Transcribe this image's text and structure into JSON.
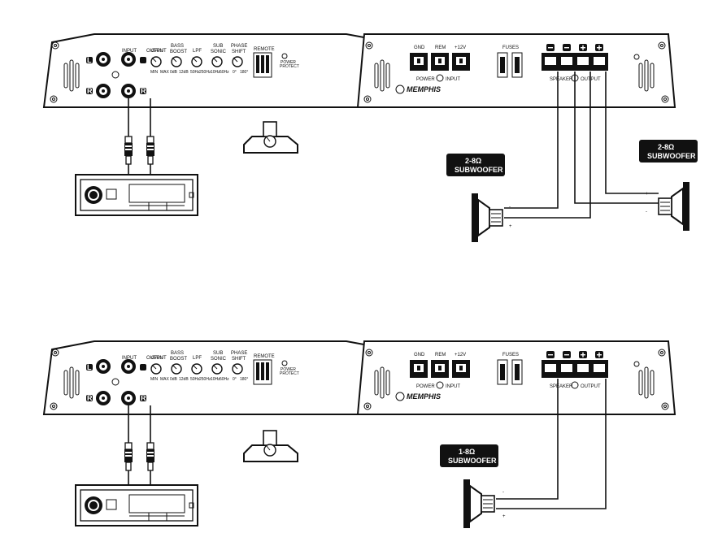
{
  "diagrams": [
    {
      "amp": {
        "output": "OUTPUT",
        "input": "INPUT",
        "gain": "GAIN",
        "gain_min": "MIN",
        "gain_max": "MAX",
        "bass_boost_1": "BASS",
        "bass_boost_2": "BOOST",
        "bass_min": "0dB",
        "bass_max": "12dB",
        "lpf": "LPF",
        "lpf_min": "50Hz",
        "lpf_max": "250Hz",
        "sub_sonic_1": "SUB",
        "sub_sonic_2": "SONIC",
        "sub_min": "10Hz",
        "sub_max": "50Hz",
        "phase_1": "PHASE",
        "phase_2": "SHIFT",
        "phase_min": "0°",
        "phase_max": "180°",
        "remote": "REMOTE",
        "power_protect_1": "POWER",
        "power_protect_2": "PROTECT",
        "gnd": "GND",
        "rem": "REM",
        "plus12": "+12V",
        "power_input": "POWER",
        "power_input_2": "INPUT",
        "fuses": "FUSES",
        "speaker_output": "SPEAKER",
        "speaker_output_2": "OUTPUT",
        "brand": "MEMPHIS",
        "l": "L",
        "r": "R"
      },
      "subs": [
        {
          "impedance": "2-8Ω",
          "label": "SUBWOOFER"
        },
        {
          "impedance": "2-8Ω",
          "label": "SUBWOOFER"
        }
      ]
    },
    {
      "amp": {
        "output": "OUTPUT",
        "input": "INPUT",
        "gain": "GAIN",
        "gain_min": "MIN",
        "gain_max": "MAX",
        "bass_boost_1": "BASS",
        "bass_boost_2": "BOOST",
        "bass_min": "0dB",
        "bass_max": "12dB",
        "lpf": "LPF",
        "lpf_min": "50Hz",
        "lpf_max": "250Hz",
        "sub_sonic_1": "SUB",
        "sub_sonic_2": "SONIC",
        "sub_min": "10Hz",
        "sub_max": "50Hz",
        "phase_1": "PHASE",
        "phase_2": "SHIFT",
        "phase_min": "0°",
        "phase_max": "180°",
        "remote": "REMOTE",
        "power_protect_1": "POWER",
        "power_protect_2": "PROTECT",
        "gnd": "GND",
        "rem": "REM",
        "plus12": "+12V",
        "power_input": "POWER",
        "power_input_2": "INPUT",
        "fuses": "FUSES",
        "speaker_output": "SPEAKER",
        "speaker_output_2": "OUTPUT",
        "brand": "MEMPHIS",
        "l": "L",
        "r": "R"
      },
      "subs": [
        {
          "impedance": "1-8Ω",
          "label": "SUBWOOFER"
        }
      ]
    }
  ],
  "polarity": {
    "plus": "+",
    "minus": "-"
  },
  "colors": {
    "ink": "#111111",
    "paper": "#ffffff"
  }
}
